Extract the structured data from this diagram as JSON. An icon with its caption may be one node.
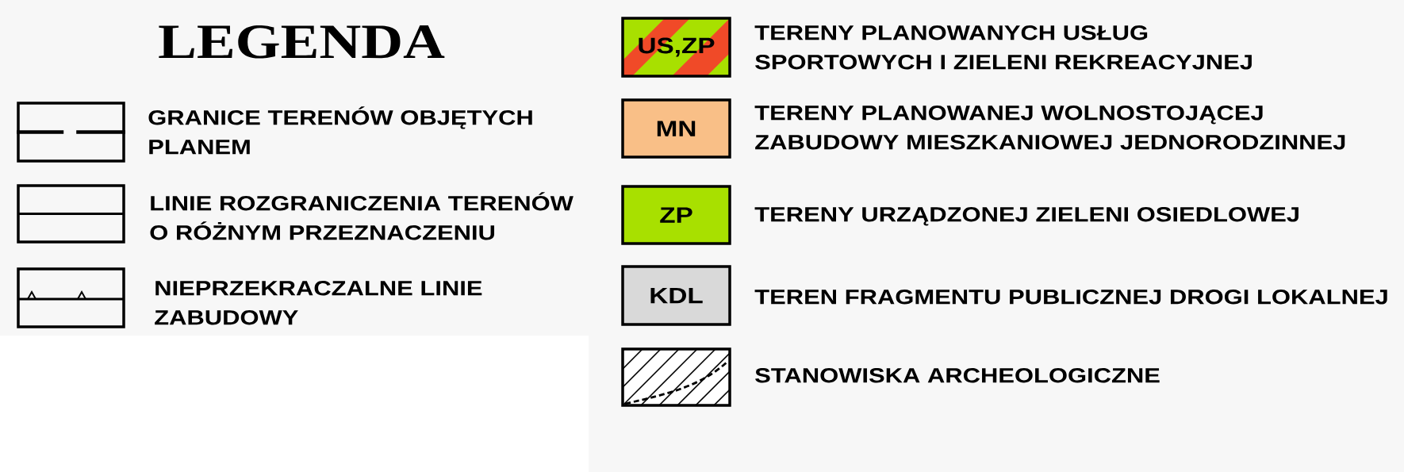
{
  "diagram": {
    "title": "LEGENDA",
    "labels": [
      "US,ZP",
      "MN",
      "ZP",
      "KDL"
    ],
    "legend": [
      {
        "text": "GRANICE TERENÓW OBJĘTYCH PLANEM"
      },
      {
        "text": "LINIE ROZGRANICZENIA TERENÓW O RÓŻNYM PRZEZNACZENIU"
      },
      {
        "text": "NIEPRZEKRACZALNE LINIE ZABUDOWY"
      },
      {
        "text": "TERENY PLANOWANYCH USŁUG SPORTOWYCH I ZIELENI REKREACYJNEJ"
      },
      {
        "text": "TERENY PLANOWANEJ WOLNOSTOJĄCEJ ZABUDOWY MIESZKANIOWEJ JEDNORODZINNEJ",
        "color": "#f9bf87"
      },
      {
        "text": "TERENY URZĄDZONEJ ZIELENI OSIEDLOWEJ",
        "color": "#a8e000"
      },
      {
        "text": "TEREN FRAGMENTU PUBLICZNEJ DROGI LOKALNEJ",
        "color": "#d9d9d9"
      },
      {
        "text": "STANOWISKA ARCHEOLOGICZNE"
      }
    ]
  }
}
